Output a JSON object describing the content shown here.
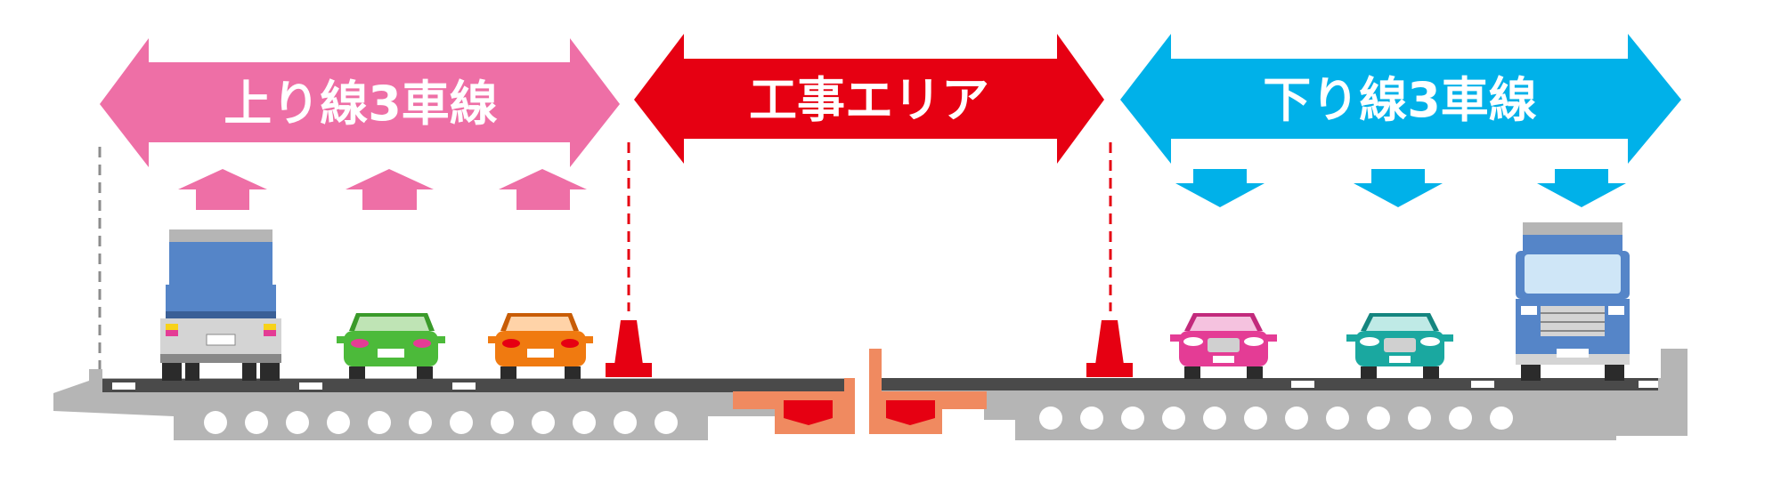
{
  "banners": {
    "up": {
      "label": "上り線3車線",
      "color": "#ee6fa6"
    },
    "work": {
      "label": "工事エリア",
      "color": "#e60012"
    },
    "down": {
      "label": "下り線3車線",
      "color": "#00b1e9"
    }
  },
  "icons": {
    "up_direction": "arrow-up-icon",
    "down_direction": "arrow-down-icon",
    "cone": "traffic-cone-icon",
    "truck": "truck-icon",
    "car": "car-icon"
  },
  "colors": {
    "road_surface": "#4a4a4a",
    "bridge_deck": "#b5b5b5",
    "construction_blocks": "#f08a60",
    "construction_accent": "#e60012",
    "truck_cab": "#5585c8",
    "car_green": "#4cba3a",
    "car_orange": "#f07a10",
    "car_pink": "#e43c95",
    "car_teal": "#1aa8a0"
  }
}
